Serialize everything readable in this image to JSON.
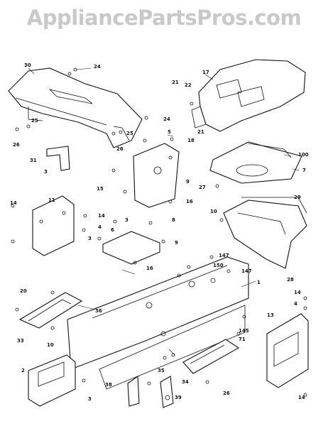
{
  "watermark": "AppliancePartsPros.com",
  "labels": [
    "30",
    "24",
    "17",
    "21",
    "22",
    "25",
    "26",
    "31",
    "3",
    "24",
    "25",
    "26",
    "5",
    "21",
    "18",
    "100",
    "7",
    "15",
    "9",
    "27",
    "16",
    "28",
    "29",
    "14",
    "11",
    "14",
    "4",
    "3",
    "6",
    "8",
    "3",
    "16",
    "9",
    "10",
    "147",
    "150",
    "147",
    "1",
    "20",
    "36",
    "33",
    "10",
    "2",
    "35",
    "34",
    "38",
    "39",
    "26",
    "3",
    "14",
    "4",
    "13",
    "71",
    "145",
    "14"
  ]
}
